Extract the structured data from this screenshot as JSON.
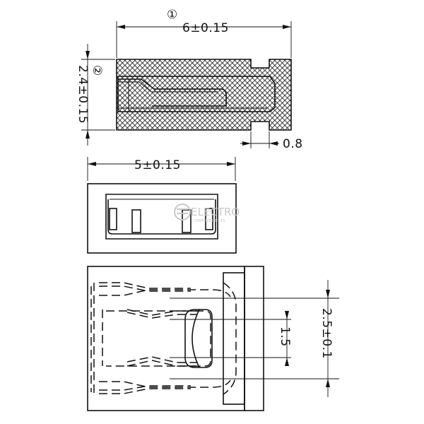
{
  "dimensions": {
    "length": "6±0.15",
    "length_marker": "①",
    "height": "2.4±0.15",
    "height_marker": "②",
    "gap": "0.8",
    "width": "5±0.15",
    "inner_spacing": "1.5",
    "outer_spacing": "2.5±0.1"
  },
  "watermark": {
    "title": "ELECTRO",
    "subtitle": "COMPONENTES.ES"
  }
}
